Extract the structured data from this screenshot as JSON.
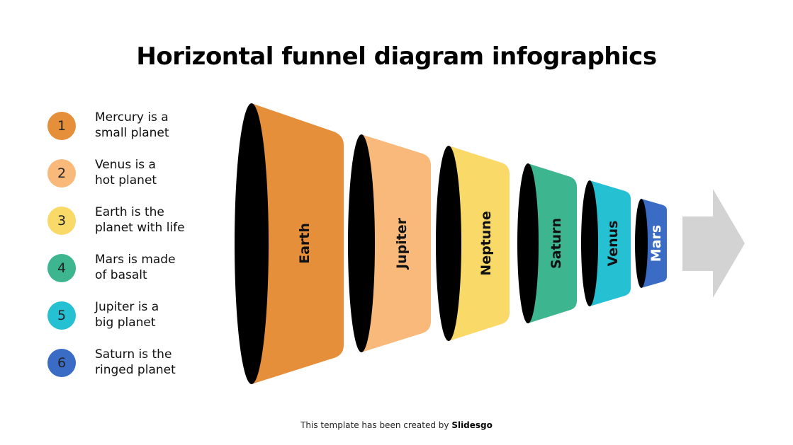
{
  "title": "Horizontal funnel diagram infographics",
  "legend": [
    {
      "number": "1",
      "line1": "Mercury is a",
      "line2": "small planet",
      "color": "#E68F3A"
    },
    {
      "number": "2",
      "line1": "Venus is a",
      "line2": "hot planet",
      "color": "#F9B97A"
    },
    {
      "number": "3",
      "line1": "Earth is the",
      "line2": "planet with life",
      "color": "#F9D968"
    },
    {
      "number": "4",
      "line1": "Mars is made",
      "line2": "of basalt",
      "color": "#3DB58E"
    },
    {
      "number": "5",
      "line1": "Jupiter is a",
      "line2": "big planet",
      "color": "#25C1D3"
    },
    {
      "number": "6",
      "line1": "Saturn is the",
      "line2": "ringed planet",
      "color": "#3A6CC6"
    }
  ],
  "funnel": {
    "segments": [
      {
        "label": "Earth",
        "color": "#E68F3A",
        "text_color": "#111111"
      },
      {
        "label": "Jupiter",
        "color": "#F9B97A",
        "text_color": "#111111"
      },
      {
        "label": "Neptune",
        "color": "#F9D968",
        "text_color": "#111111"
      },
      {
        "label": "Saturn",
        "color": "#3DB58E",
        "text_color": "#111111"
      },
      {
        "label": "Venus",
        "color": "#25C1D3",
        "text_color": "#111111"
      },
      {
        "label": "Mars",
        "color": "#3A6CC6",
        "text_color": "#FFFFFF"
      }
    ],
    "opening_color": "#000000",
    "arrow_color": "#D3D3D3"
  },
  "footer": {
    "prefix": "This template has been created by ",
    "brand": "Slidesgo"
  }
}
